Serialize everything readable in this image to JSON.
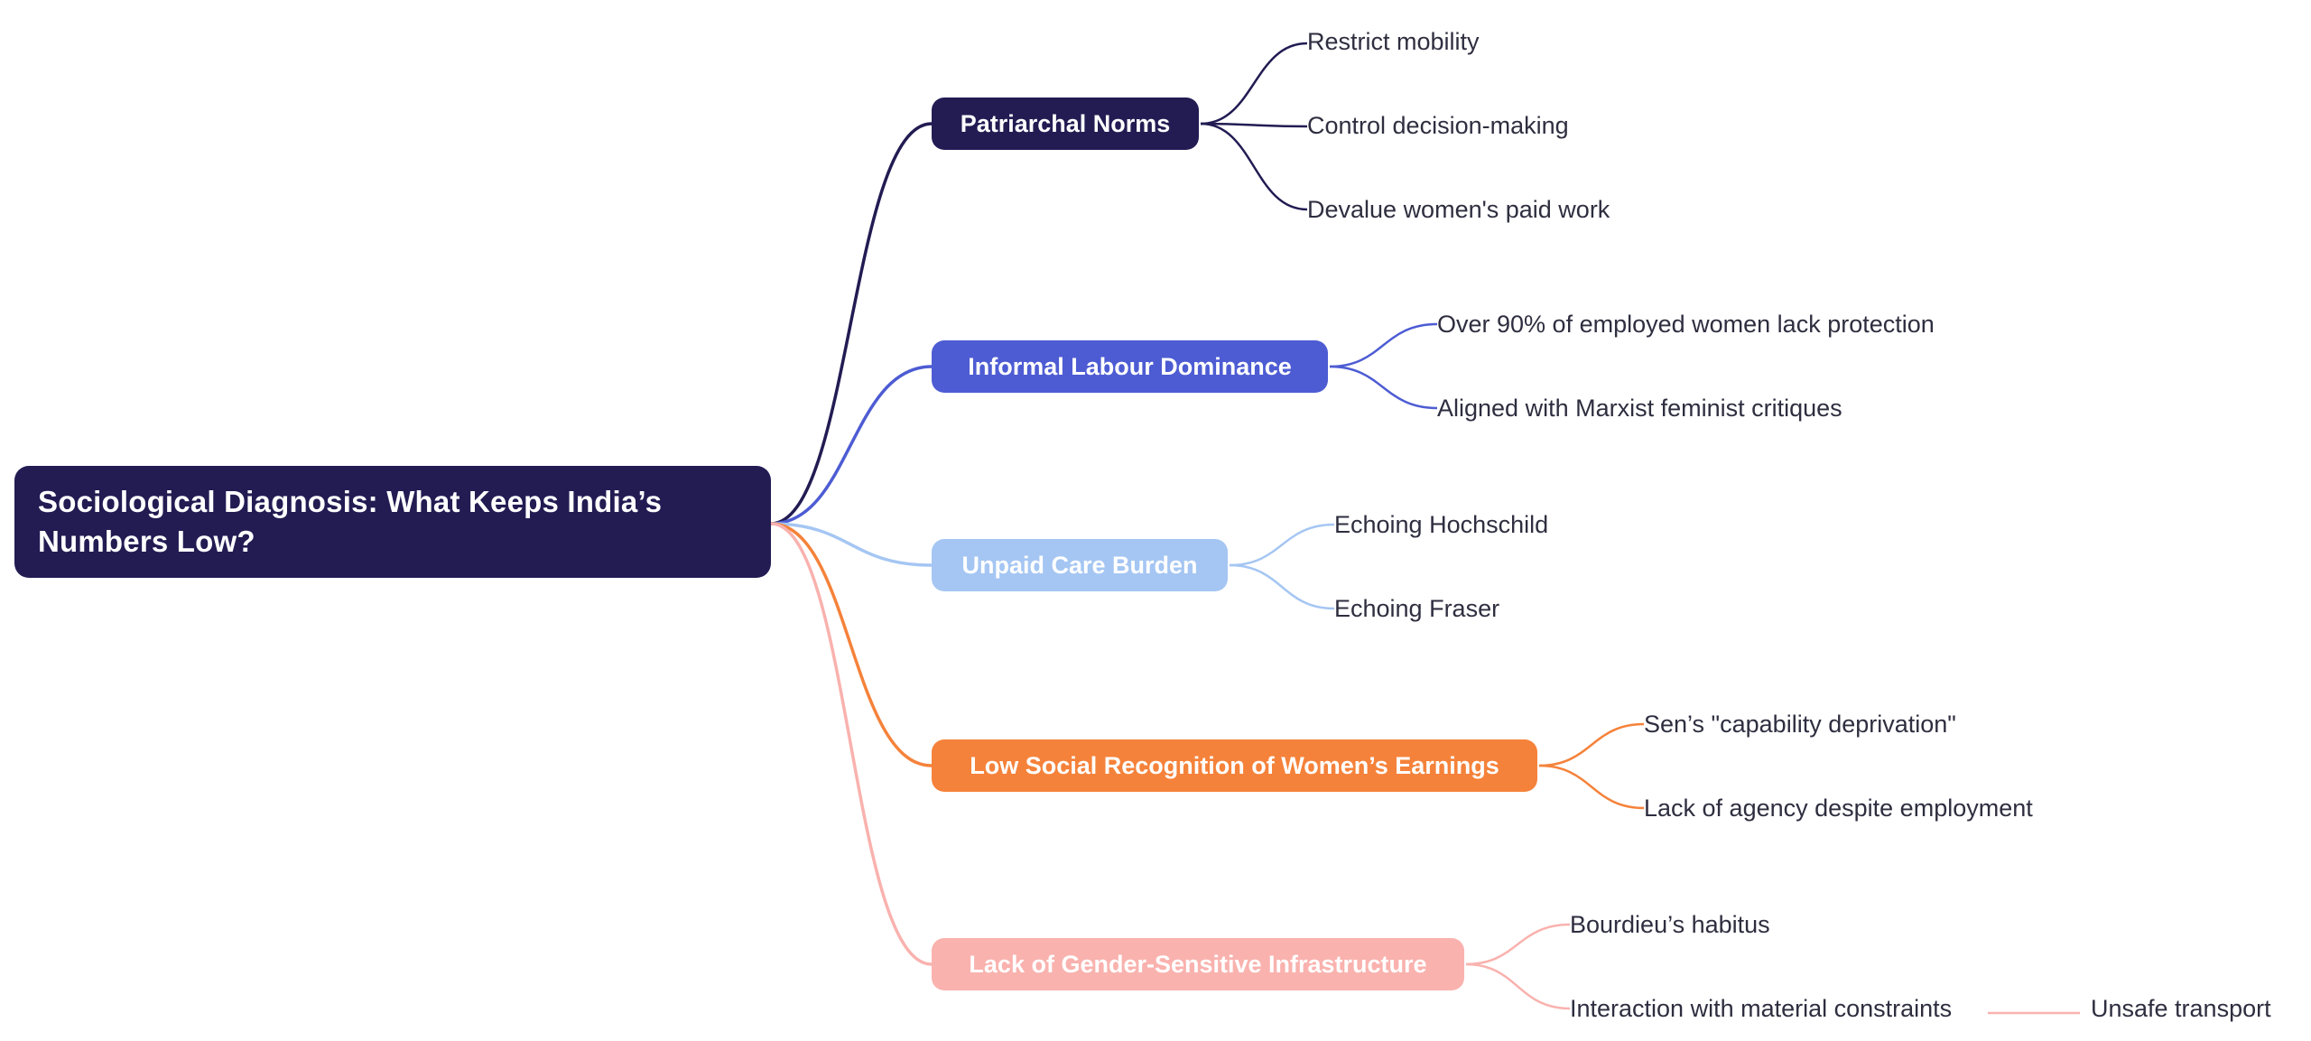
{
  "page": {
    "background": "#ffffff",
    "leaf_text_color": "#2e2e40"
  },
  "mindmap": {
    "root": {
      "label": "Sociological Diagnosis: What Keeps India’s Numbers Low?",
      "color": "#221c53",
      "text_color": "#ffffff"
    },
    "branches": [
      {
        "label": "Patriarchal Norms",
        "color": "#221c53",
        "children": [
          {
            "text": "Restrict mobility"
          },
          {
            "text": "Control decision-making"
          },
          {
            "text": "Devalue women's paid work"
          }
        ]
      },
      {
        "label": "Informal Labour Dominance",
        "color": "#4d5cd3",
        "children": [
          {
            "text": "Over 90% of employed women lack protection"
          },
          {
            "text": "Aligned with Marxist feminist critiques"
          }
        ]
      },
      {
        "label": "Unpaid Care Burden",
        "color": "#a5c6f3",
        "children": [
          {
            "text": "Echoing Hochschild"
          },
          {
            "text": "Echoing Fraser"
          }
        ]
      },
      {
        "label": "Low Social Recognition of Women’s Earnings",
        "color": "#f5823a",
        "children": [
          {
            "text": "Sen’s \"capability deprivation\""
          },
          {
            "text": "Lack of agency despite employment"
          }
        ]
      },
      {
        "label": "Lack of Gender-Sensitive Infrastructure",
        "color": "#f9b2ae",
        "children": [
          {
            "text": "Bourdieu’s habitus"
          },
          {
            "text": "Interaction with material constraints",
            "children": [
              {
                "text": "Unsafe transport"
              }
            ]
          }
        ]
      }
    ]
  }
}
